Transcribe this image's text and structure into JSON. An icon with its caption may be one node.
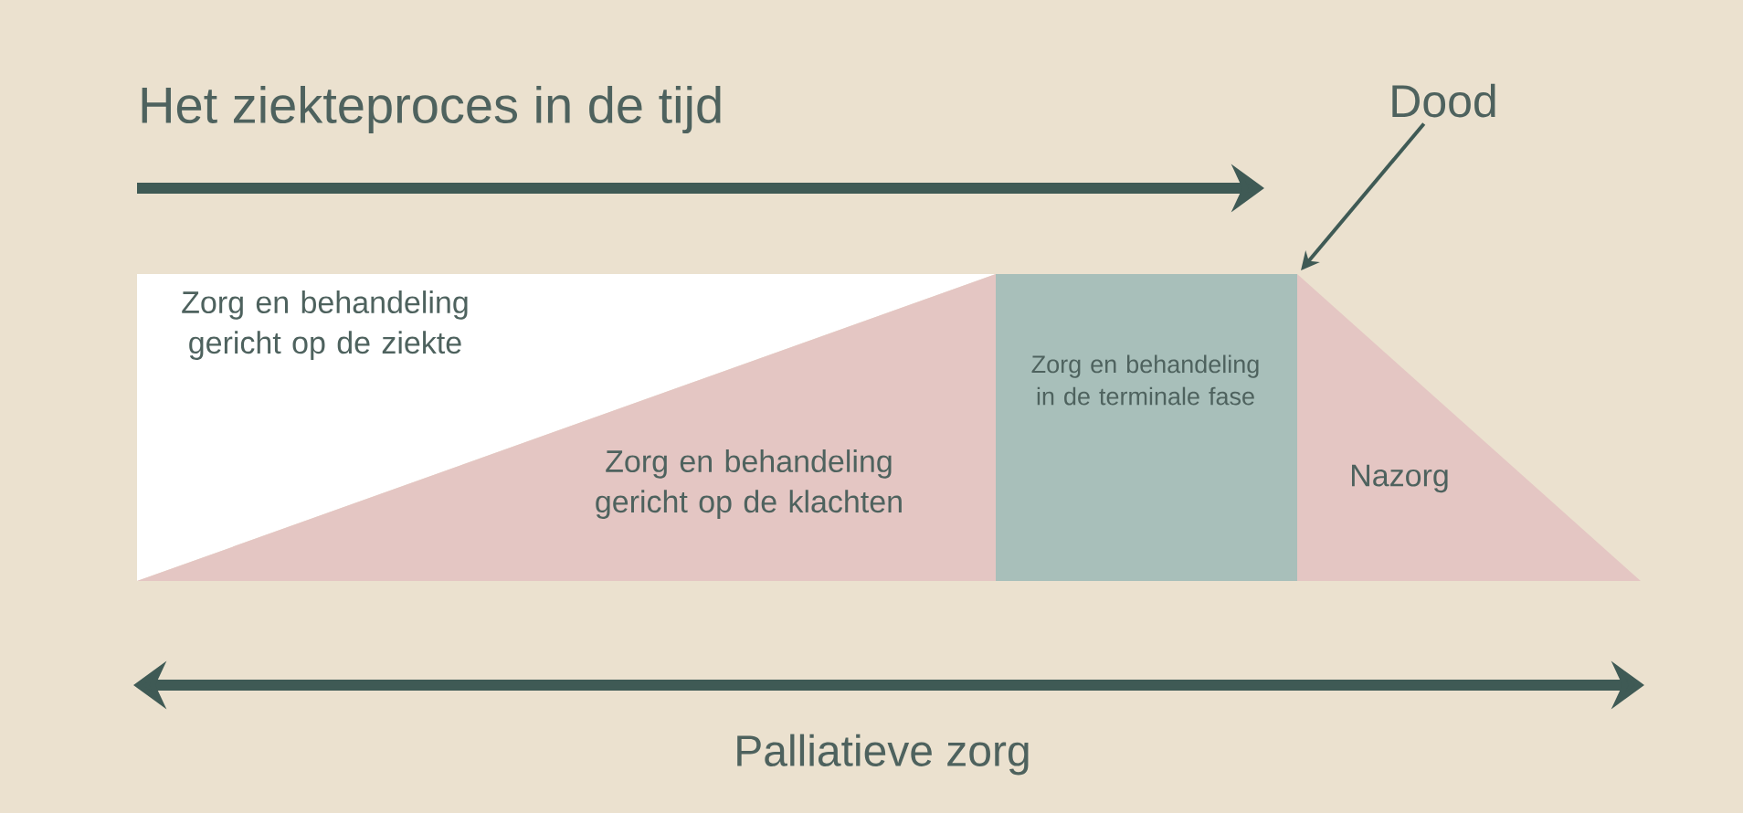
{
  "diagram": {
    "title": "Het ziekteproces in de tijd",
    "nodes": [
      {
        "text": [
          "Zorg en behandeling gericht op de ziekte"
        ]
      },
      {
        "text": [
          "Zorg en behandeling gericht op de klachten"
        ]
      },
      {
        "text": [
          "Zorg en behandeling in de terminale fase"
        ]
      },
      {
        "text": [
          "Nazorg"
        ]
      },
      {
        "text": [
          "Dood"
        ]
      }
    ],
    "edges": [
      {
        "from": 4,
        "to": 3,
        "arrow": "to"
      }
    ],
    "labels": [
      "Palliatieve zorg"
    ]
  }
}
